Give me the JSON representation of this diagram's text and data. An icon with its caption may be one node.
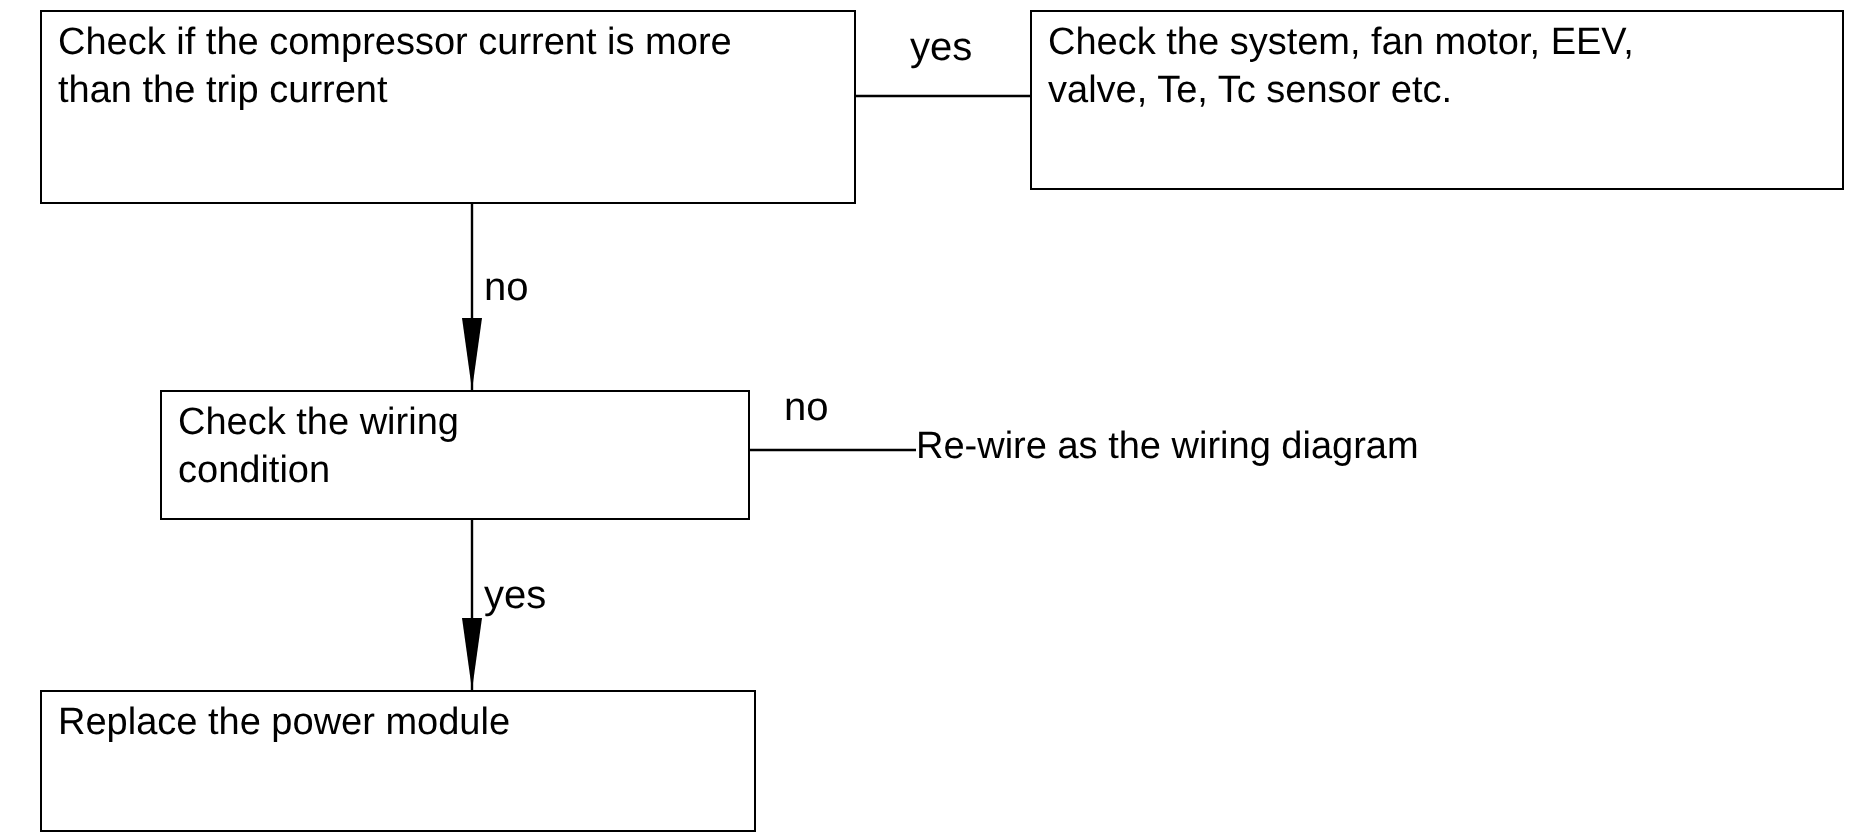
{
  "diagram": {
    "nodes": [
      {
        "text": [
          "Check if the compressor current is more than the trip current"
        ]
      },
      {
        "text": [
          "Check the system, fan motor, EEV, valve, Te, Tc sensor etc."
        ]
      },
      {
        "text": [
          "Check the wiring condition"
        ]
      },
      {
        "text": [
          "Re-wire as the wiring diagram"
        ]
      },
      {
        "text": [
          "Replace the power module"
        ]
      }
    ],
    "edges": [
      {
        "from": 0,
        "to": 1,
        "arrow": "none",
        "label": "yes"
      },
      {
        "from": 0,
        "to": 2,
        "arrow": "to",
        "label": "no"
      },
      {
        "from": 2,
        "to": 3,
        "arrow": "none",
        "label": "no"
      },
      {
        "from": 2,
        "to": 4,
        "arrow": "to",
        "label": "yes"
      }
    ]
  }
}
